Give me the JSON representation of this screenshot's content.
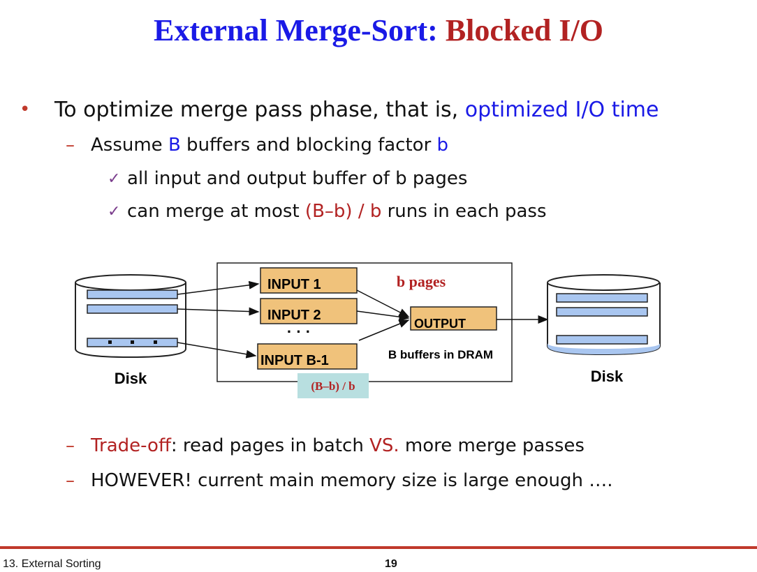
{
  "title": {
    "part1": "External Merge-Sort:",
    "part2": "Blocked I/O"
  },
  "bullets": {
    "b1": {
      "text": "To optimize merge pass phase, that is, ",
      "highlight": "optimized I/O time"
    },
    "b2": {
      "pre": "Assume ",
      "B": "B",
      "mid": " buffers and blocking factor ",
      "b": "b"
    },
    "b3": {
      "text": "all input and output buffer of b pages"
    },
    "b4": {
      "pre": "can merge at most ",
      "expr": "(B–b) / b",
      "post": " runs in each pass"
    },
    "b5": {
      "tradeoff": "Trade-off",
      "mid": ": read pages in batch ",
      "vs": "VS.",
      "post": " more merge passes"
    },
    "b6": {
      "text": "HOWEVER! current main memory size is large enough …."
    }
  },
  "diagram": {
    "disk_left": "Disk",
    "disk_right": "Disk",
    "input1": "INPUT 1",
    "input2": "INPUT 2",
    "inputb1": "INPUT B-1",
    "output": "OUTPUT",
    "dots": "·  ·  ·",
    "b_pages": "b pages",
    "dram": "B buffers in DRAM",
    "expr": "(B–b) / b"
  },
  "footer": {
    "left": "13. External Sorting",
    "page": "19"
  },
  "colors": {
    "title_blue": "#1a1ae6",
    "title_red": "#b22222",
    "buffer_fill": "#f0c27b",
    "stripe_fill": "#a9c6f0",
    "label_box": "#b8dfe0",
    "footer_rule": "#c0392b"
  }
}
